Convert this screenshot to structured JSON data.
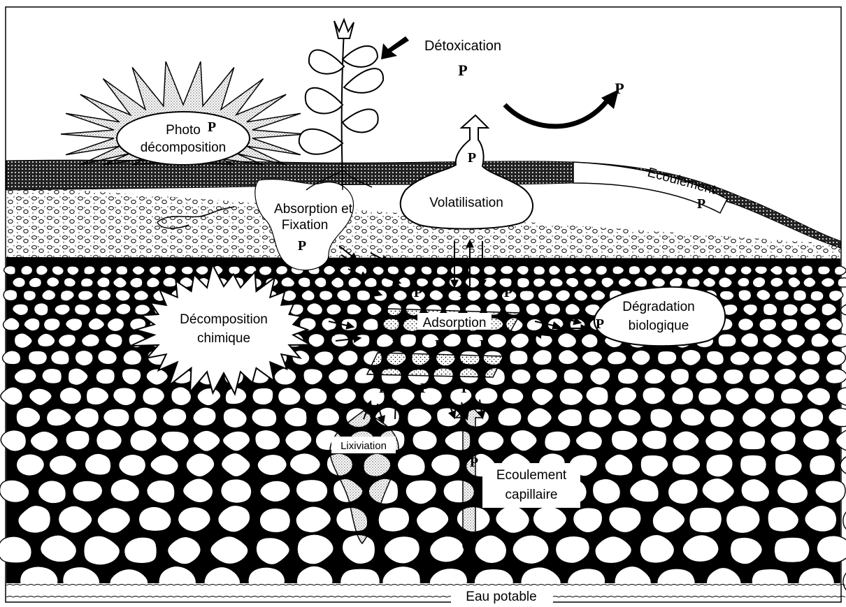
{
  "labels": {
    "detoxication": "Détoxication",
    "photo_line1": "Photo",
    "photo_line2": "décomposition",
    "absorption_line1": "Absorption et",
    "absorption_line2": "Fixation",
    "volatilisation": "Volatilisation",
    "ecoulement": "Ecoulement",
    "decomposition_line1": "Décomposition",
    "decomposition_line2": "chimique",
    "adsorption": "Adsorption",
    "degradation_line1": "Dégradation",
    "degradation_line2": "biologique",
    "lixiviation": "Lixiviation",
    "capillaire_line1": "Ecoulement",
    "capillaire_line2": "capillaire",
    "eau_potable": "Eau potable"
  },
  "pesticide_marker": "P",
  "colors": {
    "ink": "#000000",
    "paper": "#ffffff"
  }
}
